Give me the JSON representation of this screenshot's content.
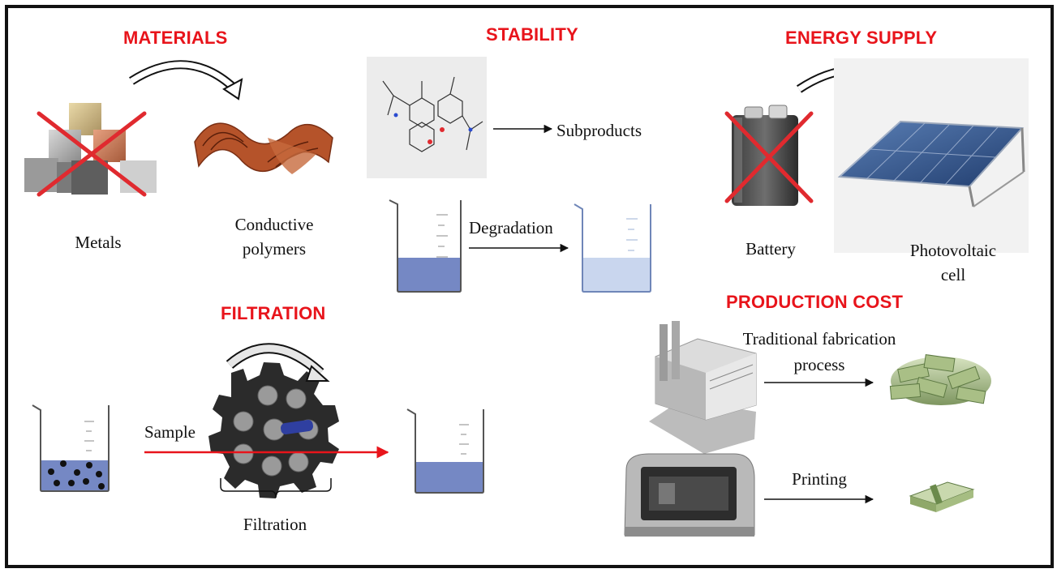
{
  "headings": {
    "materials": "MATERIALS",
    "stability": "STABILITY",
    "energy_supply": "ENERGY SUPPLY",
    "filtration": "FILTRATION",
    "production_cost": "PRODUCTION COST"
  },
  "materials": {
    "from_label": "Metals",
    "to_label_line1": "Conductive",
    "to_label_line2": "polymers"
  },
  "stability": {
    "molecule_result": "Subproducts",
    "process_label": "Degradation"
  },
  "energy": {
    "from_label": "Battery",
    "to_label_line1": "Photovoltaic",
    "to_label_line2": "cell"
  },
  "filtration": {
    "input_label": "Sample",
    "brace_label": "Filtration"
  },
  "production": {
    "traditional_line1": "Traditional fabrication",
    "traditional_line2": "process",
    "printing_label": "Printing"
  },
  "colors": {
    "heading_red": "#e8141b",
    "liquid_blue": "#7588c4",
    "liquid_light": "#c9d6ee",
    "cross_red": "#e02a2f"
  }
}
